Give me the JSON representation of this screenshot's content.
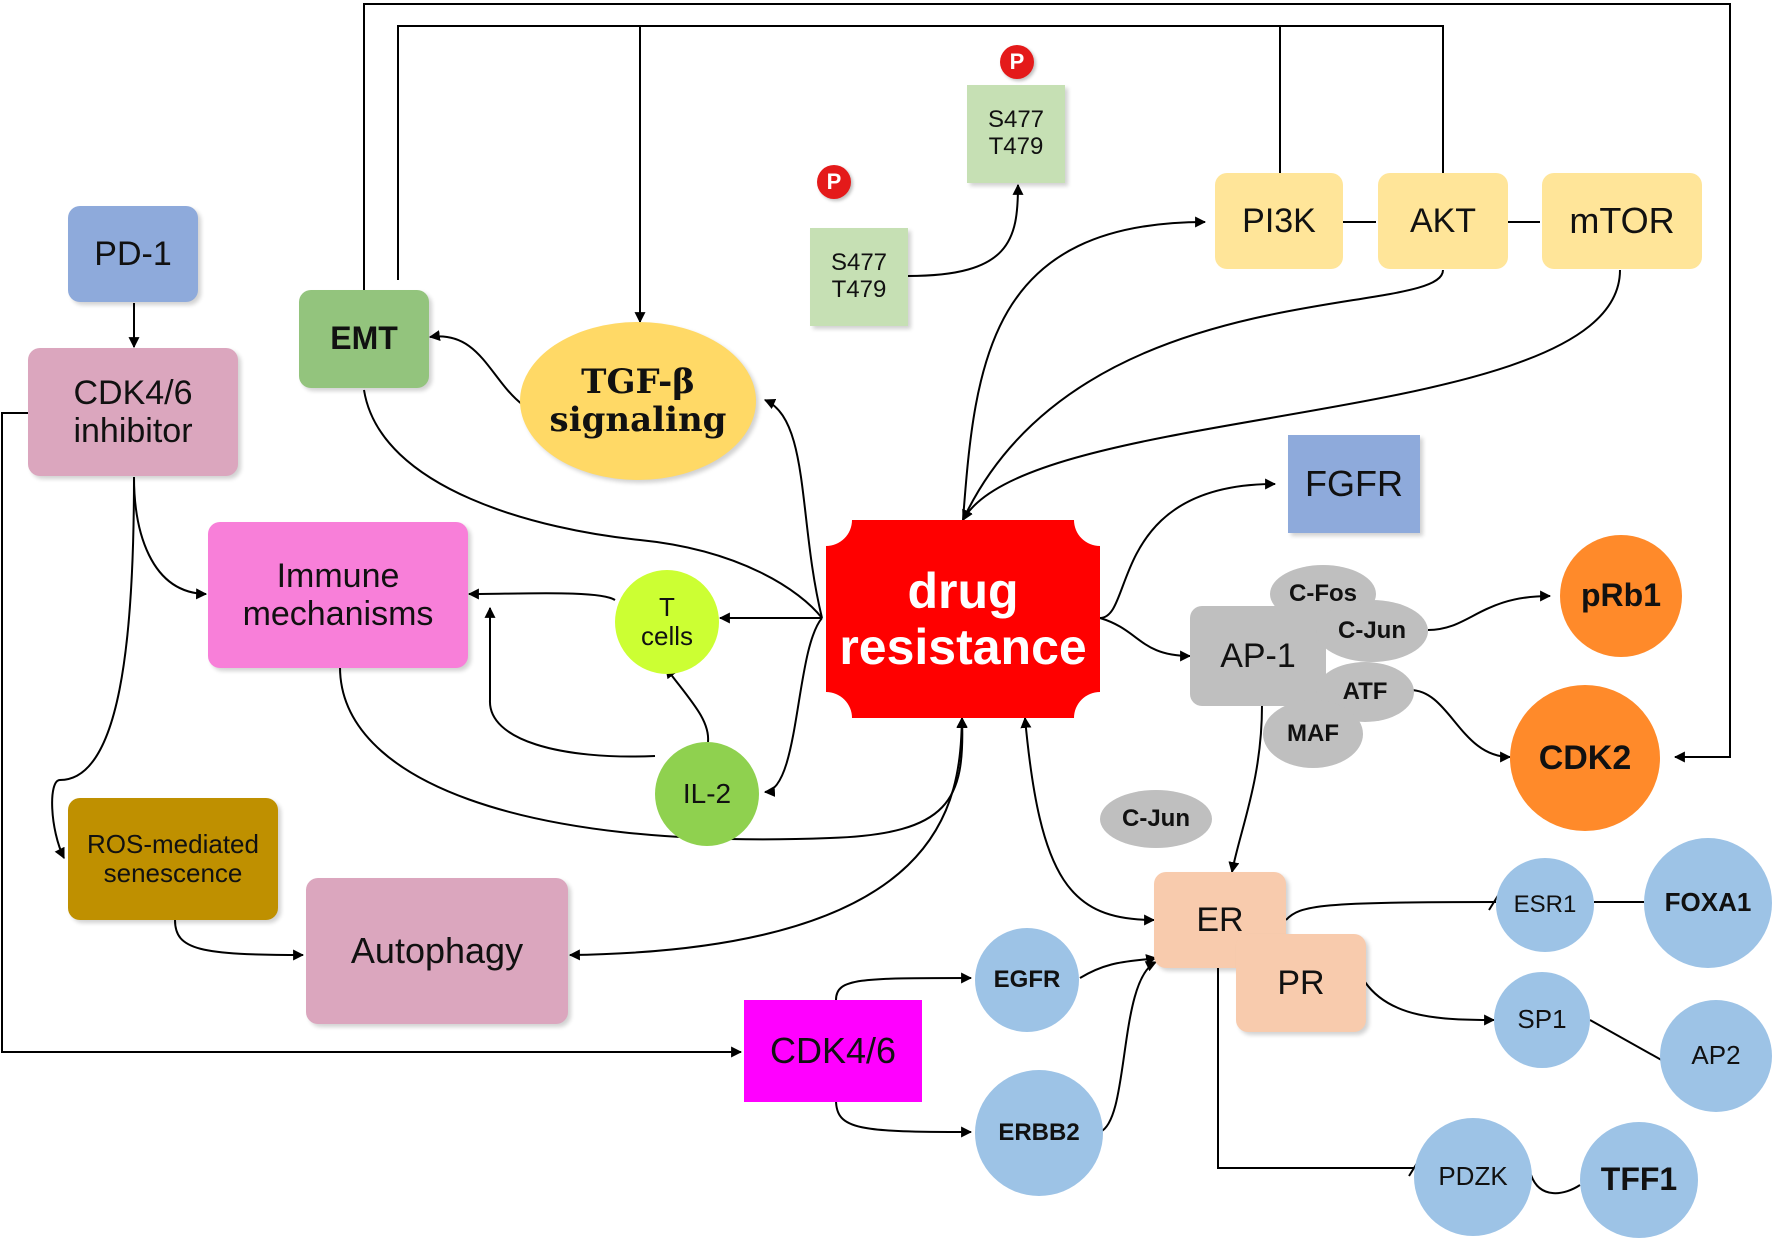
{
  "nodes": {
    "pd1": "PD-1",
    "cdk46_inhibitor": "CDK4/6 inhibitor",
    "emt": "EMT",
    "tgfb": "TGF-β signaling",
    "s477_a": "S477 T479",
    "s477_b": "S477 T479",
    "p_a": "P",
    "p_b": "P",
    "pi3k": "PI3K",
    "akt": "AKT",
    "mtor": "mTOR",
    "fgfr": "FGFR",
    "immune": "Immune mechanisms",
    "tcells": "T cells",
    "drug_resistance": "drug resistance",
    "cfos": "C-Fos",
    "cjun_a": "C-Jun",
    "ap1": "AP-1",
    "atf": "ATF",
    "maf": "MAF",
    "prb1": "pRb1",
    "cdk2": "CDK2",
    "il2": "IL-2",
    "ros": "ROS-mediated senescence",
    "cjun_b": "C-Jun",
    "autophagy": "Autophagy",
    "er": "ER",
    "esr1": "ESR1",
    "foxa1": "FOXA1",
    "egfr": "EGFR",
    "pr": "PR",
    "sp1": "SP1",
    "ap2": "AP2",
    "cdk46": "CDK4/6",
    "erbb2": "ERBB2",
    "pdzk": "PDZK",
    "tff1": "TFF1"
  },
  "colors": {
    "drug_resistance": "#ff0000",
    "pd1": "#8eaadb",
    "inhibitor": "#dba6be",
    "emt": "#93c47d",
    "tgfb": "#ffd966",
    "phospho_box": "#c6e0b4",
    "pathway": "#ffe599",
    "fgfr": "#8eaadb",
    "immune": "#f87fd9",
    "tcells": "#ccff33",
    "il2": "#8fd14f",
    "ap1_family": "#bfbfbf",
    "orange": "#ff8a2a",
    "ros": "#bf9000",
    "autophagy": "#dba6be",
    "er_pr": "#f8cbad",
    "blue_circle": "#9dc3e6",
    "cdk46": "#ff00ff"
  }
}
